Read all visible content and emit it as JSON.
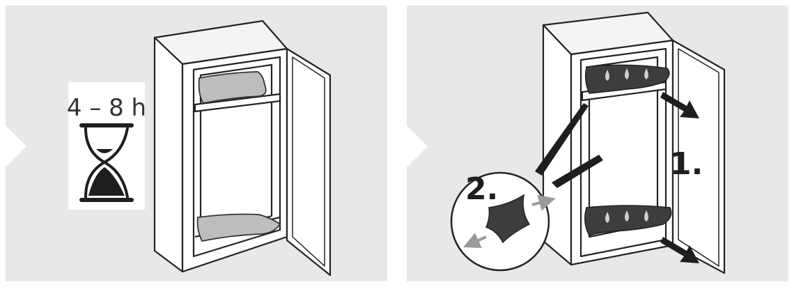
{
  "panel_left": {
    "duration_label": "4 – 8 h",
    "icon": "hourglass-icon"
  },
  "panel_right": {
    "step_1": "1.",
    "step_2": "2.",
    "icons": [
      "pad-icon",
      "drip-icon",
      "arrow-icon"
    ]
  },
  "colors": {
    "panel_bg": "#e8e8e8",
    "outline": "#222222",
    "pad_dark": "#3d3d3d",
    "pad_light": "#bdbdbd",
    "arrow_gray": "#9a9a9a"
  }
}
